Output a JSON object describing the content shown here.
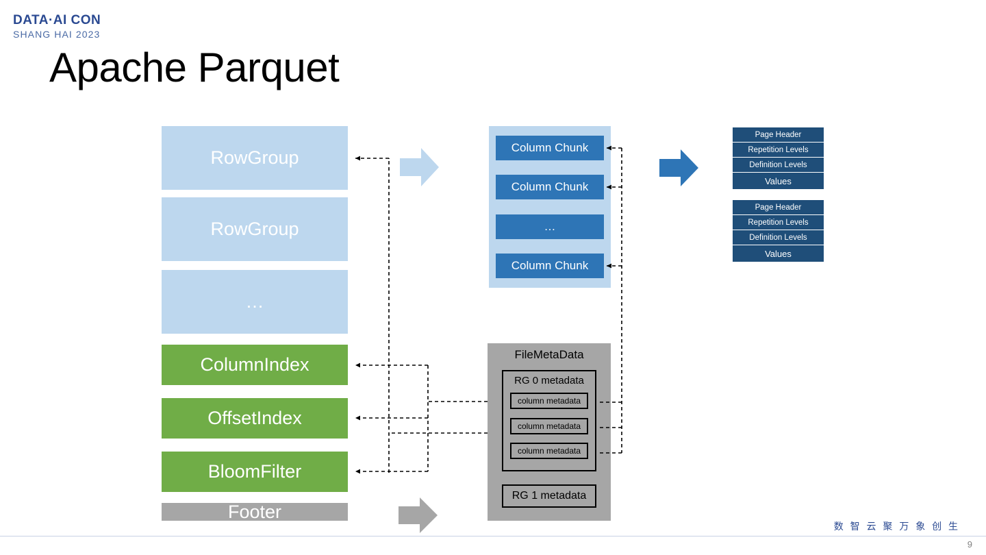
{
  "brand": {
    "line1": "DATA·AI CON",
    "line2": "SHANG HAI 2023",
    "color": "#2b4a92"
  },
  "slide": {
    "title": "Apache Parquet",
    "page_number": "9",
    "footer_tagline": "数 智 云 聚   万 象 创 生"
  },
  "colors": {
    "light_blue": "#bdd7ee",
    "medium_blue": "#2e75b6",
    "dark_blue": "#1f4e79",
    "green": "#70ad47",
    "gray": "#a6a6a6"
  },
  "left_column": {
    "row_groups": [
      {
        "label": "RowGroup",
        "kind": "light-blue"
      },
      {
        "label": "RowGroup",
        "kind": "light-blue"
      },
      {
        "label": "…",
        "kind": "light-blue"
      }
    ],
    "indexes": [
      {
        "label": "ColumnIndex",
        "kind": "green"
      },
      {
        "label": "OffsetIndex",
        "kind": "green"
      },
      {
        "label": "BloomFilter",
        "kind": "green"
      }
    ],
    "footer_box": {
      "label": "Footer",
      "kind": "gray"
    }
  },
  "column_chunks": {
    "items": [
      {
        "label": "Column Chunk"
      },
      {
        "label": "Column Chunk"
      },
      {
        "label": "…"
      },
      {
        "label": "Column Chunk"
      }
    ]
  },
  "file_metadata": {
    "title": "FileMetaData",
    "row_group_0": {
      "title": "RG 0 metadata",
      "column_metadata": [
        {
          "label": "column metadata"
        },
        {
          "label": "column metadata"
        },
        {
          "label": "column metadata"
        }
      ]
    },
    "row_group_1": {
      "title": "RG 1 metadata"
    }
  },
  "pages": [
    {
      "rows": [
        {
          "label": "Page Header"
        },
        {
          "label": "Repetition Levels"
        },
        {
          "label": "Definition Levels"
        },
        {
          "label": "Values"
        }
      ]
    },
    {
      "rows": [
        {
          "label": "Page Header"
        },
        {
          "label": "Repetition Levels"
        },
        {
          "label": "Definition Levels"
        },
        {
          "label": "Values"
        }
      ]
    }
  ],
  "block_arrows": [
    {
      "name": "arrow-rowgroup-to-chunks",
      "color": "#bdd7ee"
    },
    {
      "name": "arrow-chunks-to-pages",
      "color": "#2e75b6"
    },
    {
      "name": "arrow-footer-to-filemetadata",
      "color": "#a6a6a6"
    }
  ]
}
